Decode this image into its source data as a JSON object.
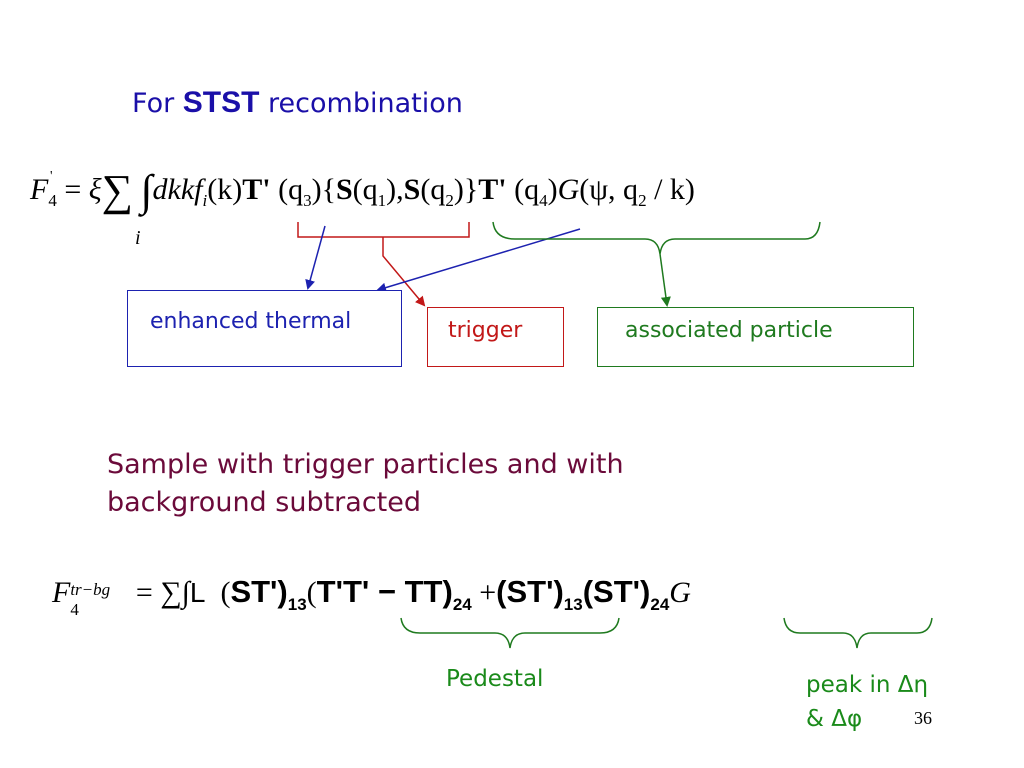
{
  "title": {
    "prefix": "For ",
    "bold": "STST",
    "suffix": " recombination"
  },
  "equation1": {
    "lhs_F": "F",
    "lhs_sub": "4",
    "lhs_prime": "'",
    "equals": "=",
    "xi": "ξ",
    "sum": "∑",
    "sum_index": "i",
    "integral": "∫",
    "body_a": "dkkf",
    "body_a_sub": "i",
    "body_b": "(k)",
    "T1": "T'",
    "q3": "(q",
    "q3_sub": "3",
    "q3_close": "){",
    "S1": "S",
    "q1": "(q",
    "q1_sub": "1",
    "q1_close": "),",
    "S2": "S",
    "q2": "(q",
    "q2_sub": "2",
    "q2_close": ")}",
    "T2": "T'",
    "q4": "(q",
    "q4_sub": "4",
    "q4_close": ")",
    "G": "G",
    "Gargs": "(ψ, q",
    "Gargs_sub": "2",
    "Gargs_close": " / k)"
  },
  "boxes": {
    "thermal": "enhanced thermal",
    "trigger": "trigger",
    "associated": "associated particle"
  },
  "sample_text": "Sample with trigger particles and with background subtracted",
  "equation2": {
    "F": "F",
    "F_sub": "4",
    "F_sup": "tr−bg",
    "equals": "=",
    "sumint": "∑∫",
    "L": "L",
    "open1": "(",
    "term1": "ST')",
    "term1_sub": "13",
    "open2": "(",
    "term2": "T'T' − TT)",
    "term2_sub": "24",
    "plus": "+",
    "term3": "(ST')",
    "term3_sub": "13",
    "term4": "(ST')",
    "term4_sub": "24",
    "G": "G"
  },
  "labels": {
    "pedestal": "Pedestal",
    "peak_line1": "peak in Δη",
    "peak_line2": "& Δφ"
  },
  "page_number": "36",
  "colors": {
    "title": "#1a0fa8",
    "thermal": "#1d22b0",
    "trigger": "#c21818",
    "associated": "#1f7a1f",
    "sample": "#6b0a3a",
    "labels": "#1a8a1a"
  }
}
